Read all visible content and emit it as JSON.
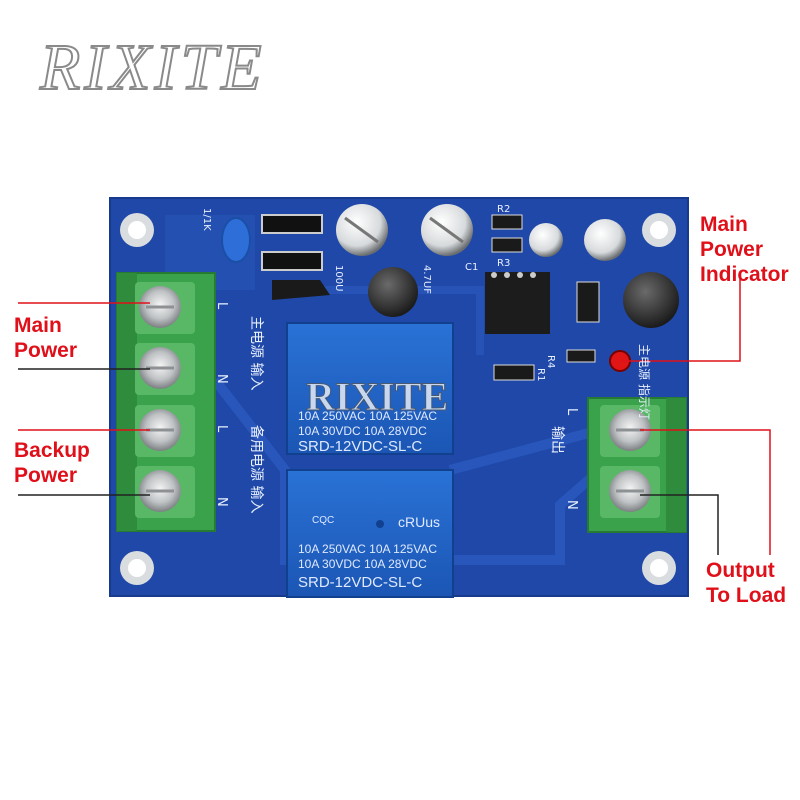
{
  "watermark": "RIXITE",
  "board_watermark": "RIXITE",
  "labels": {
    "main_power": [
      "Main",
      "Power"
    ],
    "backup_power": [
      "Backup",
      "Power"
    ],
    "main_power_indicator": [
      "Main",
      "Power",
      "Indicator"
    ],
    "output_to_load": [
      "Output",
      "To Load"
    ]
  },
  "relay_top": {
    "lines": [
      "10A 250VAC  10A 125VAC",
      "10A  30VDC  10A  28VDC"
    ],
    "model": "SRD-12VDC-SL-C"
  },
  "relay_bottom": {
    "lines": [
      "10A 250VAC  10A 125VAC",
      "10A  30VDC  10A  28VDC"
    ],
    "model": "SRD-12VDC-SL-C",
    "marks": [
      "CQC",
      "cRUus"
    ]
  },
  "silkscreen": {
    "main_input": "主电源 输入",
    "backup_input": "备用电源 输入",
    "output": "输出",
    "indicator": "主电源 指示灯",
    "pin_l": "L",
    "pin_n": "N",
    "cap_left": "100U",
    "cap_mid": "4.7UF",
    "capc1": "C1",
    "r1": "R1",
    "r2": "R2",
    "r3": "R3",
    "r4": "R4",
    "resistor_top": "1/1K"
  },
  "colors": {
    "pcb": "#1f48a8",
    "terminal": "#3aa24a",
    "relay": "#1e63c7",
    "callout": "#e0101a"
  }
}
